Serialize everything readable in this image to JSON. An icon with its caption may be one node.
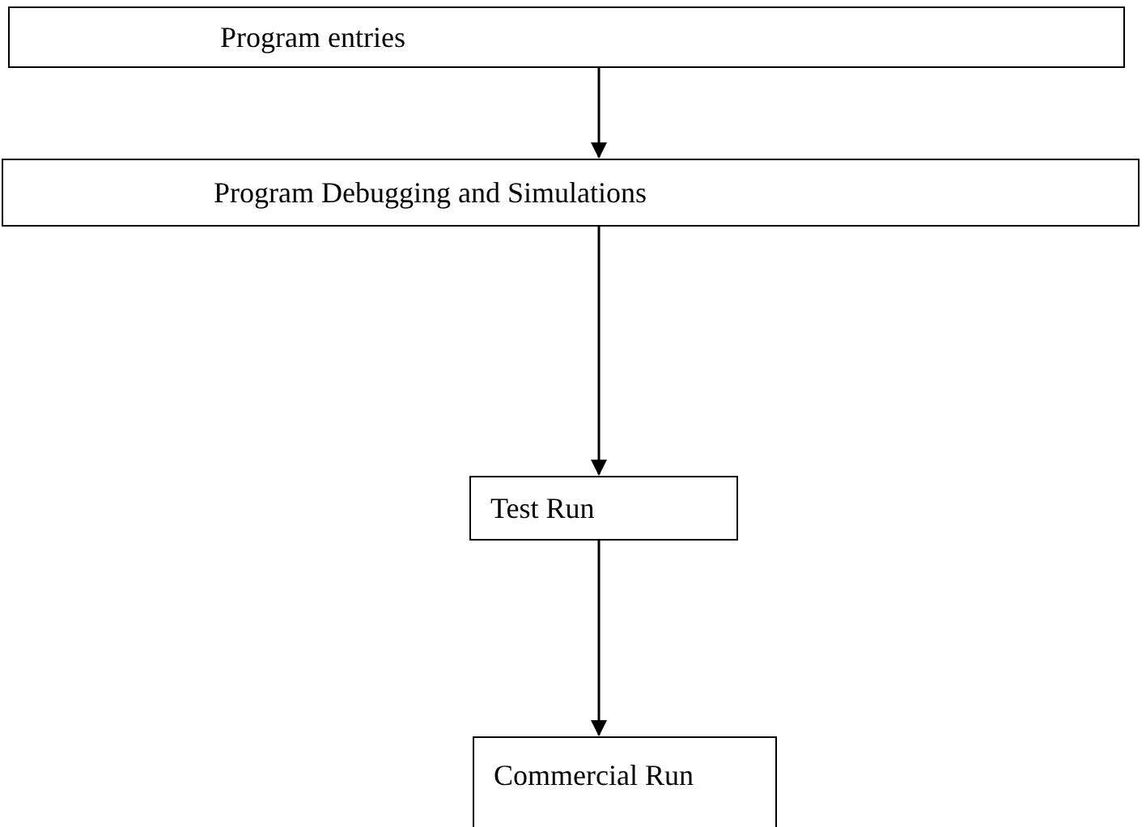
{
  "diagram": {
    "nodes": [
      {
        "text": [
          "Program entries"
        ]
      },
      {
        "text": [
          "Program Debugging and Simulations"
        ]
      },
      {
        "text": [
          "Test Run"
        ]
      },
      {
        "text": [
          "Commercial Run"
        ]
      }
    ],
    "edges": [
      {
        "from": 0,
        "to": 1,
        "arrow": "to"
      },
      {
        "from": 1,
        "to": 2,
        "arrow": "to"
      },
      {
        "from": 2,
        "to": 3,
        "arrow": "to"
      }
    ]
  }
}
